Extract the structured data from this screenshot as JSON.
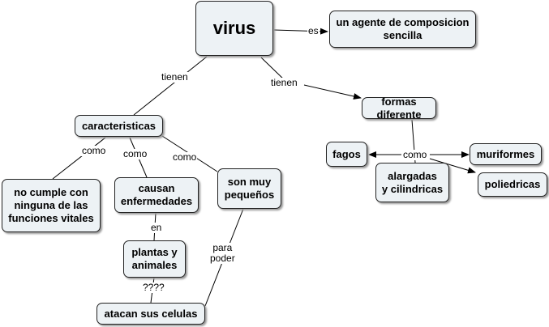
{
  "nodes": {
    "virus": "virus",
    "agente": "un agente de composicion\nsencilla",
    "formas": "formas diferente",
    "fagos": "fagos",
    "muriformes": "muriformes",
    "alargadas": "alargadas\ny cilindricas",
    "poliedricas": "poliedricas",
    "caracteristicas": "caracteristicas",
    "nocumple": "no cumple con\nninguna de las\nfunciones vitales",
    "causan": "causan\nenfermedades",
    "pequenos": "son muy\npequeños",
    "plantas": "plantas y\nanimales",
    "atacan": "atacan sus celulas"
  },
  "links": {
    "tienen1": "tienen",
    "tienen2": "tienen",
    "es": "es",
    "como1": "como",
    "como2": "como",
    "como3": "como",
    "como4": "como",
    "en": "en",
    "para_poder": "para\npoder",
    "unknown": "????"
  }
}
